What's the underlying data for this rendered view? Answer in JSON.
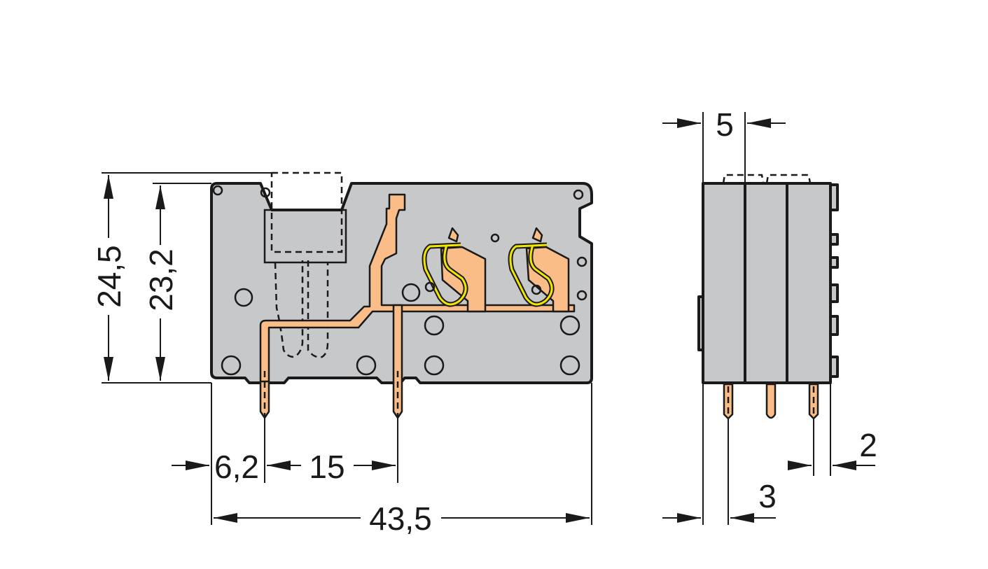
{
  "drawing": {
    "dimensions": {
      "height_total": "24,5",
      "height_body": "23,2",
      "pin_offset": "6,2",
      "pin_pitch": "15",
      "width_total": "43,5",
      "side_pitch": "5",
      "side_pin_offset": "3",
      "side_edge": "2"
    },
    "colors": {
      "housing": "#c7c8ca",
      "copper": "#fbbd88",
      "spring": "#f2e600",
      "outline": "#1a1a1a"
    }
  }
}
